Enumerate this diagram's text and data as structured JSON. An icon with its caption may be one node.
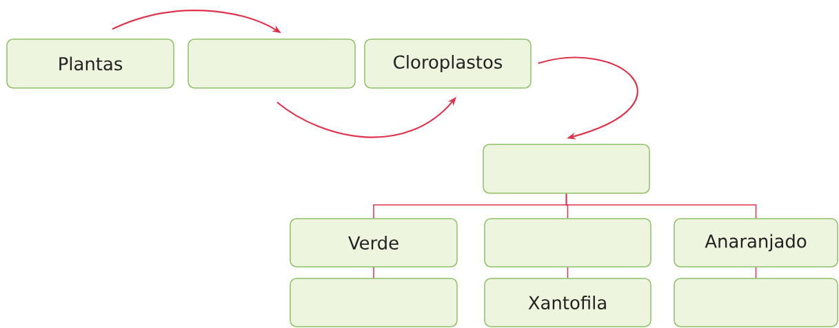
{
  "diagram": {
    "nodes": [
      {
        "text": [
          "Plantas"
        ]
      },
      {
        "text": [],
        "shape": "box"
      },
      {
        "text": [
          "Cloroplastos"
        ]
      },
      {
        "text": [],
        "shape": "box"
      },
      {
        "text": [
          "Verde"
        ]
      },
      {
        "text": [],
        "shape": "box"
      },
      {
        "text": [
          "Anaranjado"
        ]
      },
      {
        "text": [],
        "shape": "box"
      },
      {
        "text": [
          "Xantofila"
        ]
      },
      {
        "text": [],
        "shape": "box"
      }
    ],
    "edges": [
      {
        "from": 0,
        "to": 1,
        "arrow": "to"
      },
      {
        "from": 1,
        "to": 2,
        "arrow": "to"
      },
      {
        "from": 2,
        "to": 3,
        "arrow": "to"
      },
      {
        "from": 3,
        "to": 4,
        "arrow": "none"
      },
      {
        "from": 3,
        "to": 5,
        "arrow": "none"
      },
      {
        "from": 3,
        "to": 6,
        "arrow": "none"
      },
      {
        "from": 4,
        "to": 7,
        "arrow": "none"
      },
      {
        "from": 5,
        "to": 8,
        "arrow": "none"
      },
      {
        "from": 6,
        "to": 9,
        "arrow": "none"
      }
    ]
  }
}
